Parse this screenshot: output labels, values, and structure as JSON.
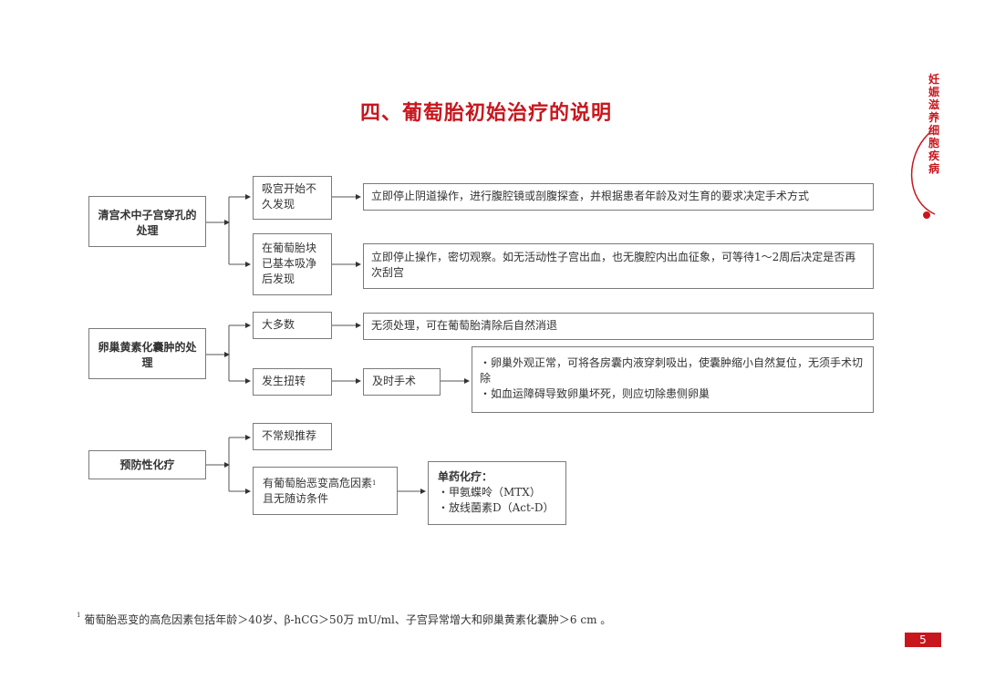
{
  "title": "四、葡萄胎初始治疗的说明",
  "side_title": [
    "妊",
    "娠",
    "滋",
    "养",
    "细",
    "胞",
    "疾",
    "病"
  ],
  "brand_color": "#c8161d",
  "sections": {
    "perforation": {
      "label": "清宫术中子宫穿孔的处理",
      "branch1": "吸宫开始不久发现",
      "result1": "立即停止阴道操作，进行腹腔镜或剖腹探查，并根据患者年龄及对生育的要求决定手术方式",
      "branch2": "在葡萄胎块已基本吸净后发现",
      "result2": "立即停止操作，密切观察。如无活动性子宫出血，也无腹腔内出血征象，可等待1～2周后决定是否再次刮宫"
    },
    "ovarian": {
      "label": "卵巢黄素化囊肿的处理",
      "branch1": "大多数",
      "result1": "无须处理，可在葡萄胎清除后自然消退",
      "branch2": "发生扭转",
      "action2": "及时手术",
      "result2_items": [
        "・卵巢外观正常，可将各房囊内液穿刺吸出，使囊肿缩小自然复位，无须手术切除",
        "・如血运障碍导致卵巢坏死，则应切除患侧卵巢"
      ]
    },
    "prophylactic": {
      "label": "预防性化疗",
      "branch1": "不常规推荐",
      "branch2": "有葡萄胎恶变高危因素",
      "branch2_sup": "1",
      "branch2_line2": "且无随访条件",
      "regimen_title": "单药化疗：",
      "regimen_items": [
        "・甲氨蝶呤（MTX）",
        "・放线菌素D（Act-D）"
      ]
    }
  },
  "footnote": {
    "marker": "1",
    "text": "葡萄胎恶变的高危因素包括年龄＞40岁、β-hCG＞50万 mU/ml、子宫异常增大和卵巢黄素化囊肿＞6 cm 。"
  },
  "page_number": "5"
}
